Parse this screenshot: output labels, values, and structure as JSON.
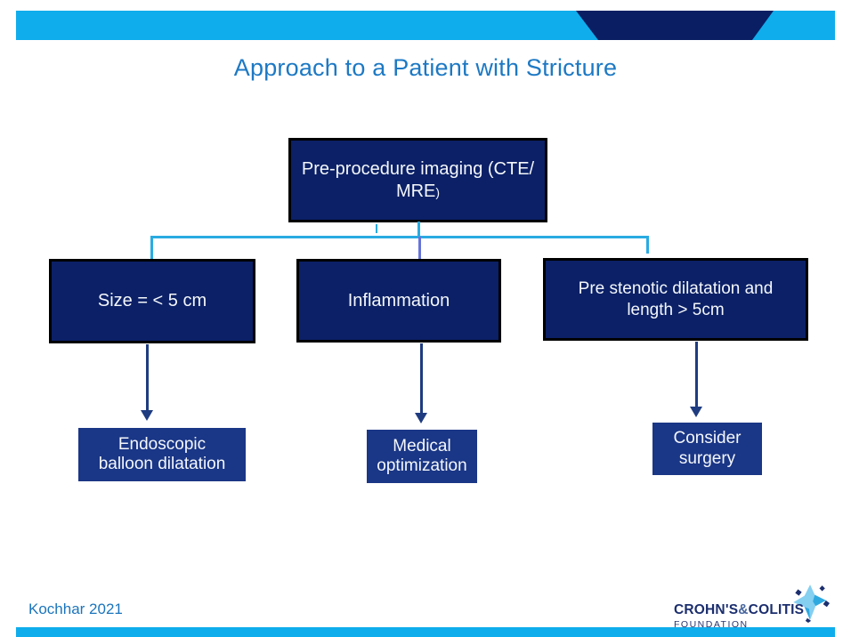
{
  "header": {
    "title": "Approach to a Patient with Stricture"
  },
  "colors": {
    "banner_cyan": "#0FADEC",
    "banner_navy": "#0A1E63",
    "title_blue": "#1D79C4",
    "box_navy": "#0B2066",
    "outcome_navy": "#1A3686",
    "connector_cyan": "#29ABE2",
    "connector_violet": "#6674D9",
    "arrow_navy": "#1F3C80",
    "citation_blue": "#1B75BC",
    "logo_navy": "#1B2E6E"
  },
  "flowchart": {
    "root": {
      "line1": "Pre-procedure imaging (CTE/",
      "line2": "MRE",
      "line2_suffix": ")"
    },
    "criteria": {
      "left": {
        "text": "Size = < 5 cm"
      },
      "middle": {
        "text": "Inflammation"
      },
      "right": {
        "line1": "Pre stenotic dilatation and",
        "line2": "length > 5cm"
      }
    },
    "outcomes": {
      "left": {
        "line1": "Endoscopic",
        "line2": "balloon dilatation"
      },
      "middle": {
        "line1": "Medical",
        "line2": "optimization"
      },
      "right": {
        "line1": "Consider",
        "line2": "surgery"
      }
    }
  },
  "footer": {
    "citation": "Kochhar 2021",
    "logo": {
      "word1": "CROHN'S",
      "ampersand": "&",
      "word2": "COLITIS",
      "subtitle": "FOUNDATION",
      "icon": "star-sparkle-icon"
    }
  }
}
